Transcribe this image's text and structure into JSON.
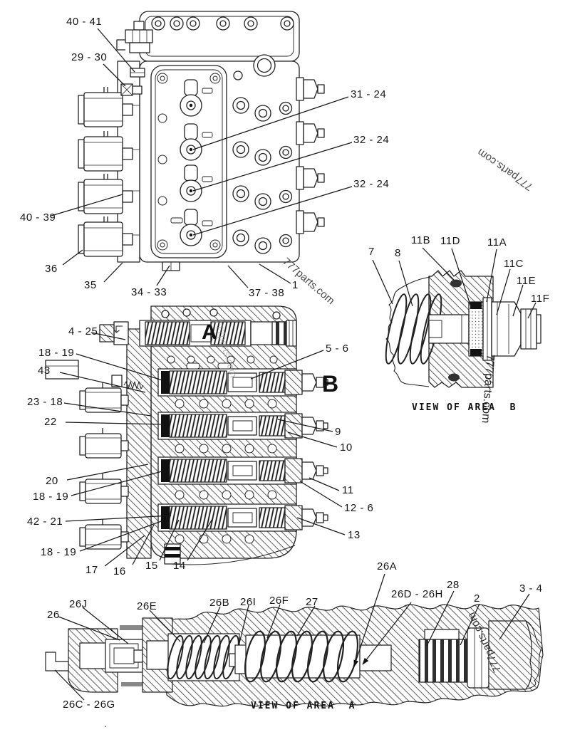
{
  "watermark": {
    "text": "777parts.com"
  },
  "titles": {
    "view_area_b": "VIEW OF AREA  B",
    "view_area_a": "VIEW OF AREA  A"
  },
  "letters": {
    "area_a": "A",
    "area_b": "B"
  },
  "callouts": {
    "t40_41": "40 - 41",
    "t29_30": "29 - 30",
    "t31_24": "31 - 24",
    "t32_24a": "32 - 24",
    "t32_24b": "32 - 24",
    "t40_39": "40 - 39",
    "t36": "36",
    "t35": "35",
    "t34_33": "34 - 33",
    "t37_38": "37 - 38",
    "t1": "1",
    "m4_25": "4 - 25",
    "m18_19a": "18 - 19",
    "m43": "43",
    "m23_18": "23 - 18",
    "m22": "22",
    "m20": "20",
    "m18_19b": "18 - 19",
    "m42_21": "42 - 21",
    "m18_19c": "18 - 19",
    "m17": "17",
    "m16": "16",
    "m15": "15",
    "m14": "14",
    "m5_6": "5 - 6",
    "m9": "9",
    "m10": "10",
    "m11": "11",
    "m12_6": "12 - 6",
    "m13": "13",
    "b7": "7",
    "b8": "8",
    "b11B": "11B",
    "b11D": "11D",
    "b11A": "11A",
    "b11C": "11C",
    "b11E": "11E",
    "b11F": "11F",
    "a26": "26",
    "a26J": "26J",
    "a26E": "26E",
    "a26B": "26B",
    "a26I": "26I",
    "a26F": "26F",
    "a27": "27",
    "a26A": "26A",
    "a26D_26H": "26D - 26H",
    "a28": "28",
    "a2": "2",
    "a3_4": "3 - 4",
    "a26C_26G": "26C - 26G"
  },
  "artifact_dot": "."
}
